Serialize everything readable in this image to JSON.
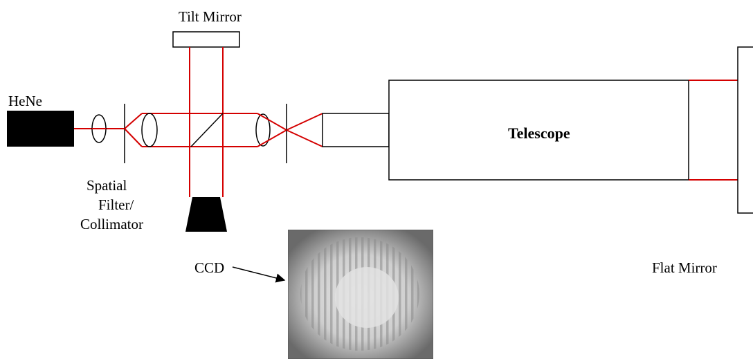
{
  "labels": {
    "tilt_mirror": "Tilt Mirror",
    "hene": "HeNe",
    "spatial_filter_line1": "Spatial",
    "spatial_filter_line2": "Filter/",
    "spatial_filter_line3": "Collimator",
    "telescope": "Telescope",
    "ccd": "CCD",
    "flat_mirror": "Flat Mirror"
  },
  "colors": {
    "beam": "#d40000",
    "outline": "#000000",
    "laser_body": "#000000",
    "camera_body": "#000000"
  },
  "inset": {
    "type": "interferogram",
    "fringe_orientation": "vertical"
  }
}
